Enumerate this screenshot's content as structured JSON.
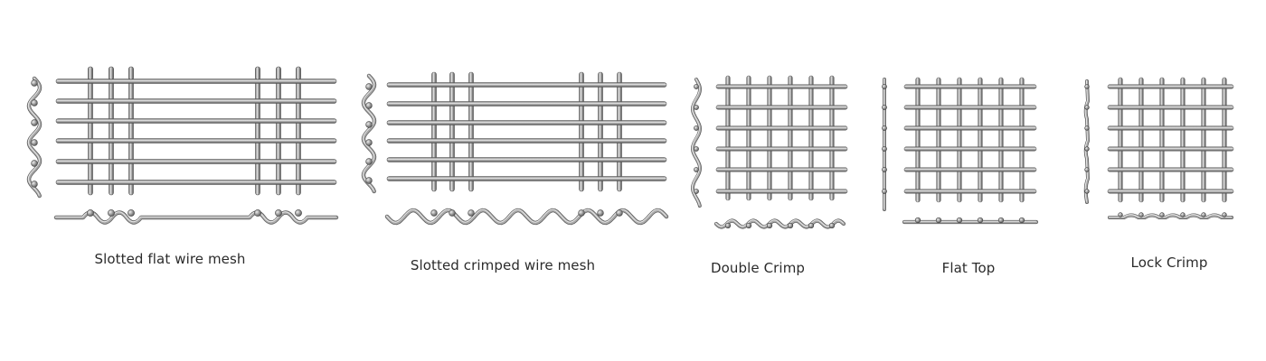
{
  "figures": [
    {
      "kind": "slotted-flat",
      "label": "Slotted flat wire mesh"
    },
    {
      "kind": "slotted-crimped",
      "label": "Slotted crimped wire mesh"
    },
    {
      "kind": "double-crimp",
      "label": "Double Crimp"
    },
    {
      "kind": "flat-top",
      "label": "Flat Top"
    },
    {
      "kind": "lock-crimp",
      "label": "Lock Crimp"
    }
  ],
  "colors": {
    "wire_mid": "#9a9a9a",
    "wire_dark": "#5e5e5e",
    "wire_light": "#e6e6e6",
    "text": "#2b2b2b"
  }
}
